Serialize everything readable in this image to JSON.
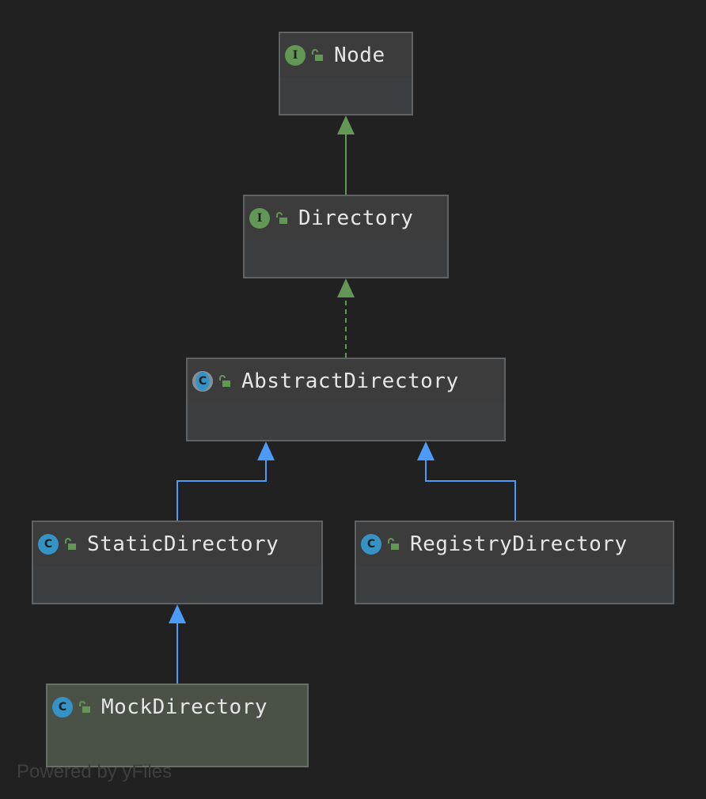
{
  "diagram": {
    "nodes": [
      {
        "id": "node",
        "label": "Node",
        "kind": "interface",
        "kind_letter": "I"
      },
      {
        "id": "directory",
        "label": "Directory",
        "kind": "interface",
        "kind_letter": "I"
      },
      {
        "id": "abstract-directory",
        "label": "AbstractDirectory",
        "kind": "abstract-class",
        "kind_letter": "C"
      },
      {
        "id": "static-directory",
        "label": "StaticDirectory",
        "kind": "class",
        "kind_letter": "C"
      },
      {
        "id": "registry-directory",
        "label": "RegistryDirectory",
        "kind": "class",
        "kind_letter": "C"
      },
      {
        "id": "mock-directory",
        "label": "MockDirectory",
        "kind": "class",
        "kind_letter": "C",
        "selected": true
      }
    ],
    "edges": [
      {
        "from": "directory",
        "to": "node",
        "type": "extends-interface",
        "color": "#629755",
        "style": "solid"
      },
      {
        "from": "abstract-directory",
        "to": "directory",
        "type": "implements",
        "color": "#629755",
        "style": "dashed"
      },
      {
        "from": "static-directory",
        "to": "abstract-directory",
        "type": "extends",
        "color": "#4d9bf8",
        "style": "solid"
      },
      {
        "from": "registry-directory",
        "to": "abstract-directory",
        "type": "extends",
        "color": "#4d9bf8",
        "style": "solid"
      },
      {
        "from": "mock-directory",
        "to": "static-directory",
        "type": "extends",
        "color": "#4d9bf8",
        "style": "solid"
      }
    ]
  },
  "colors": {
    "background": "#212121",
    "interface_icon": "#629755",
    "class_icon": "#3592c4",
    "access_icon": "#629755"
  },
  "watermark": "Powered by yFiles"
}
